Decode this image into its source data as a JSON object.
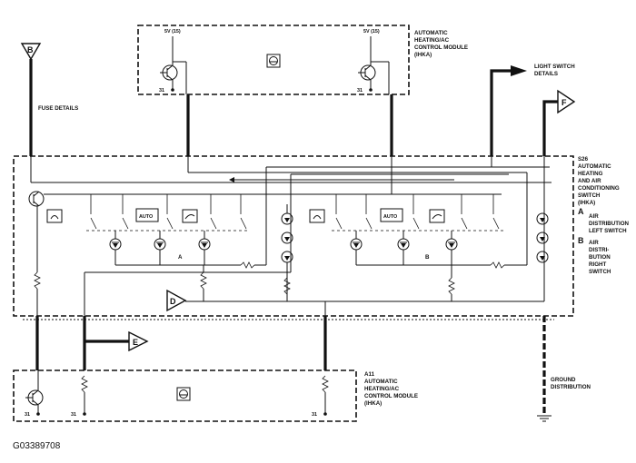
{
  "figure_id": "G03389708",
  "connectors": {
    "b": "B",
    "d": "D",
    "e": "E",
    "f": "F"
  },
  "labels": {
    "fuse_details": "FUSE DETAILS",
    "light_switch_details": [
      "LIGHT SWITCH",
      "DETAILS"
    ],
    "ground_distribution": [
      "GROUND",
      "DISTRIBUTION"
    ],
    "top_module": [
      "AUTOMATIC",
      "HEATING/AC",
      "CONTROL MODULE",
      "(IHKA)"
    ],
    "bottom_module": [
      "A11",
      "AUTOMATIC",
      "HEATING/AC",
      "CONTROL MODULE",
      "(IHKA)"
    ],
    "switch_unit": [
      "S26",
      "AUTOMATIC",
      "HEATING",
      "AND AIR",
      "CONDITIONING",
      "SWITCH",
      "(IHKA)"
    ],
    "legend_a_letter": "A",
    "legend_a_text": [
      "AIR",
      "DISTRIBUTION",
      "LEFT SWITCH"
    ],
    "legend_b_letter": "B",
    "legend_b_text": [
      "AIR",
      "DISTRI-",
      "BUTION",
      "RIGHT",
      "SWITCH"
    ],
    "voltage": "5V (15)",
    "pin": "31",
    "auto": "AUTO",
    "group_a": "A",
    "group_b": "B"
  }
}
